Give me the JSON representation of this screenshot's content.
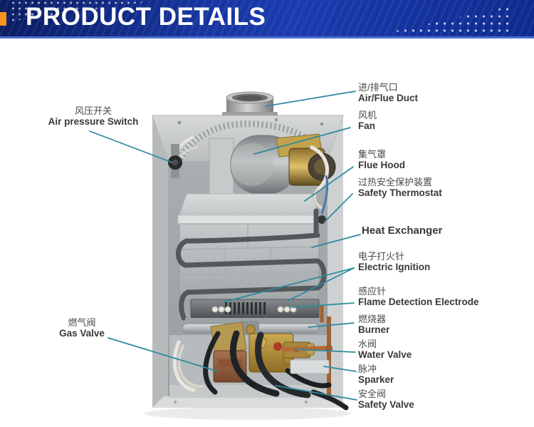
{
  "header": {
    "title": "PRODUCT DETAILS",
    "banner_color": "#10309b",
    "accent_color": "#f7941e",
    "underline_color": "#4a6fd0"
  },
  "diagram": {
    "subject": "gas-water-heater-internal-view",
    "leader_color": "#2b8b9e",
    "labels_right": [
      {
        "zh": "进/排气口",
        "en": "Air/Flue Duct"
      },
      {
        "zh": "风机",
        "en": "Fan"
      },
      {
        "zh": "集气罩",
        "en": "Flue Hood"
      },
      {
        "zh": "过热安全保护装置",
        "en": "Safety Thermostat"
      },
      {
        "zh": "",
        "en": "Heat Exchanger"
      },
      {
        "zh": "电子打火针",
        "en": "Electric Ignition"
      },
      {
        "zh": "感应针",
        "en": "Flame Detection Electrode"
      },
      {
        "zh": "燃烧器",
        "en": "Burner"
      },
      {
        "zh": "水阀",
        "en": "Water Valve"
      },
      {
        "zh": "脉冲",
        "en": "Sparker"
      },
      {
        "zh": "安全阀",
        "en": "Safety Valve"
      }
    ],
    "labels_left": [
      {
        "zh": "风压开关",
        "en": "Air pressure Switch"
      },
      {
        "zh": "燃气阀",
        "en": "Gas Valve"
      }
    ]
  }
}
